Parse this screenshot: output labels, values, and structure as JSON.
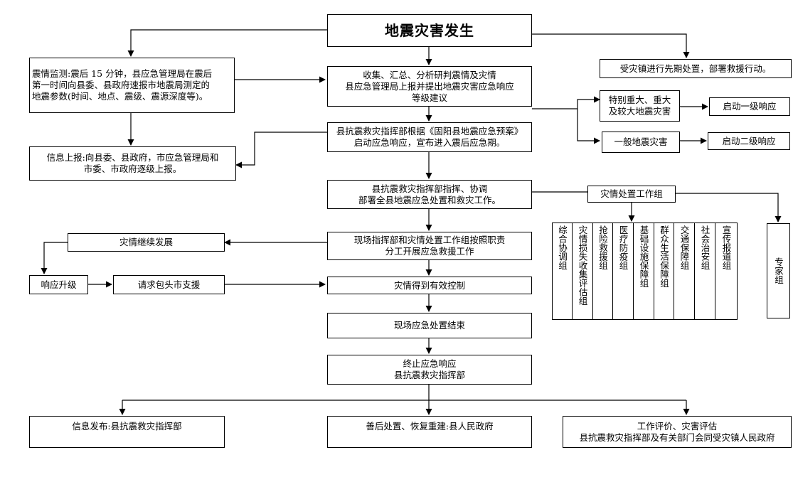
{
  "title": "地震灾害发生",
  "monitoring": [
    "震情监测:震后 15 分钟，县应急管理局在震后",
    "第一时间向县委、县政府速报市地震局测定的",
    "地震参数(时间、地点、震级、震源深度等)。"
  ],
  "report_up": [
    "信息上报:向县委、县政府，市应急管理局和",
    "市委、市政府逐级上报。"
  ],
  "town_action": "受灾镇进行先期处置，部署救援行动。",
  "collect": [
    "收集、汇总、分析研判震情及灾情",
    "县应急管理局上报并提出地震灾害应急响应",
    "等级建议"
  ],
  "special_major": [
    "特别重大、重大",
    "及较大地震灾害"
  ],
  "general_disaster": "一般地震灾害",
  "level1": "启动一级响应",
  "level2": "启动二级响应",
  "start_response": [
    "县抗震救灾指挥部根据《固阳县地震应急预案》",
    "启动应急响应，宣布进入震后应急期。"
  ],
  "command": [
    "县抗震救灾指挥部指挥、协调",
    "部署全县地震应急处置和救灾工作。"
  ],
  "work_groups_title": "灾情处置工作组",
  "groups": [
    "综合协调组",
    "灾情损失收集评估组",
    "抢险救援组",
    "医疗防疫组",
    "基础设施保障组",
    "群众生活保障组",
    "交通保障组",
    "社会治安组",
    "宣传报道组"
  ],
  "expert_group": "专家组",
  "onsite": [
    "现场指挥部和灾情处置工作组按照职责",
    "分工开展应急救援工作"
  ],
  "continue_develop": "灾情继续发展",
  "upgrade": "响应升级",
  "request_support": "请求包头市支援",
  "controlled": "灾情得到有效控制",
  "onsite_end": "现场应急处置结束",
  "terminate": [
    "终止应急响应",
    "县抗震救灾指挥部"
  ],
  "info_release": "信息发布:县抗震救灾指挥部",
  "aftermath": "善后处置、恢复重建:县人民政府",
  "evaluation": [
    "工作评价、灾害评估",
    "县抗震救灾指挥部及有关部门会同受灾镇人民政府"
  ]
}
